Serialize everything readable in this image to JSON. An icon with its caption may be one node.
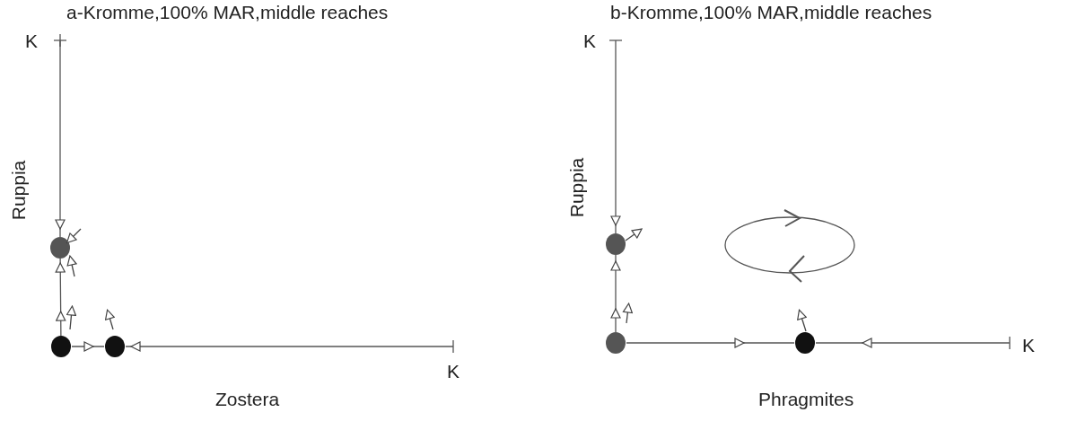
{
  "diagram": {
    "nodes": [
      {
        "text": [
          "K"
        ]
      },
      {
        "text": [],
        "shape": "circle"
      },
      {
        "text": [],
        "shape": "circle"
      },
      {
        "text": [],
        "shape": "circle"
      },
      {
        "text": [
          "K"
        ]
      },
      {
        "text": [
          "K"
        ]
      },
      {
        "text": [],
        "shape": "circle"
      },
      {
        "text": [],
        "shape": "circle"
      },
      {
        "text": [],
        "shape": "circle"
      },
      {
        "text": [
          "K"
        ]
      }
    ],
    "edges": [
      {
        "from": 0,
        "to": 1,
        "arrow": "to"
      },
      {
        "from": 2,
        "to": 1,
        "arrow": "to"
      },
      {
        "from": 2,
        "to": 3,
        "arrow": "to"
      },
      {
        "from": 4,
        "to": 3,
        "arrow": "to"
      },
      {
        "from": 5,
        "to": 6,
        "arrow": "to"
      },
      {
        "from": 7,
        "to": 6,
        "arrow": "to"
      },
      {
        "from": 7,
        "to": 8,
        "arrow": "to"
      },
      {
        "from": 9,
        "to": 8,
        "arrow": "to"
      }
    ],
    "labels": [
      "a-Kromme,100% MAR,middle reaches",
      "Ruppia",
      "Zostera",
      "b-Kromme,100% MAR,middle reaches",
      "Ruppia",
      "Phragmites"
    ]
  }
}
